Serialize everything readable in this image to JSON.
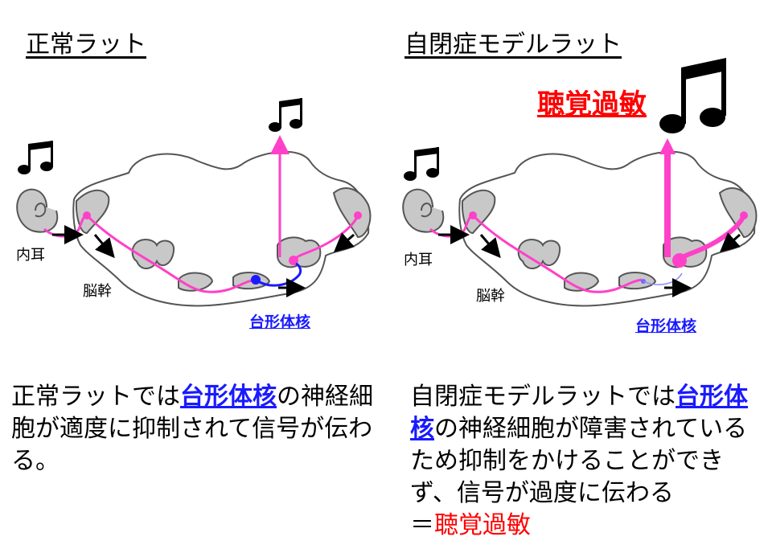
{
  "left": {
    "title": "正常ラット",
    "label_inner_ear": "内耳",
    "label_brainstem": "脳幹",
    "label_nucleus": "台形体核",
    "caption_pre": "正常ラットでは",
    "caption_highlight": "台形体核",
    "caption_post": "の神経細胞が適度に抑制されて信号が伝わる。"
  },
  "right": {
    "title": "自閉症モデルラット",
    "hyperacusis_label": "聴覚過敏",
    "label_inner_ear": "内耳",
    "label_brainstem": "脳幹",
    "label_nucleus": "台形体核",
    "caption_pre": "自閉症モデルラットでは",
    "caption_highlight": "台形体核",
    "caption_post": "の神経細胞が障害されているため抑制をかけることができず、信号が過度に伝わる",
    "caption_conclusion_prefix": "＝",
    "caption_conclusion": "聴覚過敏"
  },
  "colors": {
    "signal_pink": "#ff40c8",
    "nucleus_blue": "#1a1aff",
    "emphasis_red": "#ff0000",
    "tissue_gray": "#c8c8c8"
  }
}
